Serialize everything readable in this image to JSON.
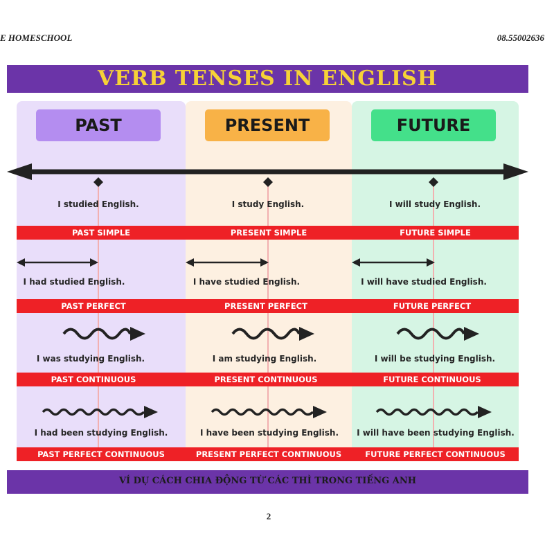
{
  "page": {
    "header_left": "E HOMESCHOOL",
    "header_right": "08.55002636",
    "page_number": "2"
  },
  "poster": {
    "title": "VERB TENSES IN ENGLISH",
    "footer": "VÍ DỤ CÁCH CHIA ĐỘNG TỪ CÁC THÌ TRONG TIẾNG ANH",
    "columns": [
      {
        "label": "PAST",
        "color": "#b48df0"
      },
      {
        "label": "PRESENT",
        "color": "#f8b247"
      },
      {
        "label": "FUTURE",
        "color": "#44e08a"
      }
    ],
    "band_color": "#ee2126",
    "title_bar_color": "#6b34a8",
    "title_text_color": "#f6d237",
    "rows": [
      {
        "icon": "timeline-point-icon",
        "cells": [
          {
            "sentence": "I studied English.",
            "tense": "PAST SIMPLE"
          },
          {
            "sentence": "I study English.",
            "tense": "PRESENT SIMPLE"
          },
          {
            "sentence": "I will study English.",
            "tense": "FUTURE SIMPLE"
          }
        ]
      },
      {
        "icon": "double-arrow-icon",
        "cells": [
          {
            "sentence": "I had studied English.",
            "tense": "PAST PERFECT"
          },
          {
            "sentence": "I have studied English.",
            "tense": "PRESENT PERFECT"
          },
          {
            "sentence": "I will have studied English.",
            "tense": "FUTURE PERFECT"
          }
        ]
      },
      {
        "icon": "wavy-arrow-icon",
        "cells": [
          {
            "sentence": "I was studying English.",
            "tense": "PAST CONTINUOUS"
          },
          {
            "sentence": "I am studying English.",
            "tense": "PRESENT CONTINUOUS"
          },
          {
            "sentence": "I will be studying English.",
            "tense": "FUTURE CONTINUOUS"
          }
        ]
      },
      {
        "icon": "long-wavy-arrow-icon",
        "cells": [
          {
            "sentence": "I had been studying English.",
            "tense": "PAST PERFECT CONTINUOUS"
          },
          {
            "sentence": "I have been studying English.",
            "tense": "PRESENT PERFECT CONTINUOUS"
          },
          {
            "sentence": "I will have been studying English.",
            "tense": "FUTURE PERFECT CONTINUOUS"
          }
        ]
      }
    ]
  }
}
